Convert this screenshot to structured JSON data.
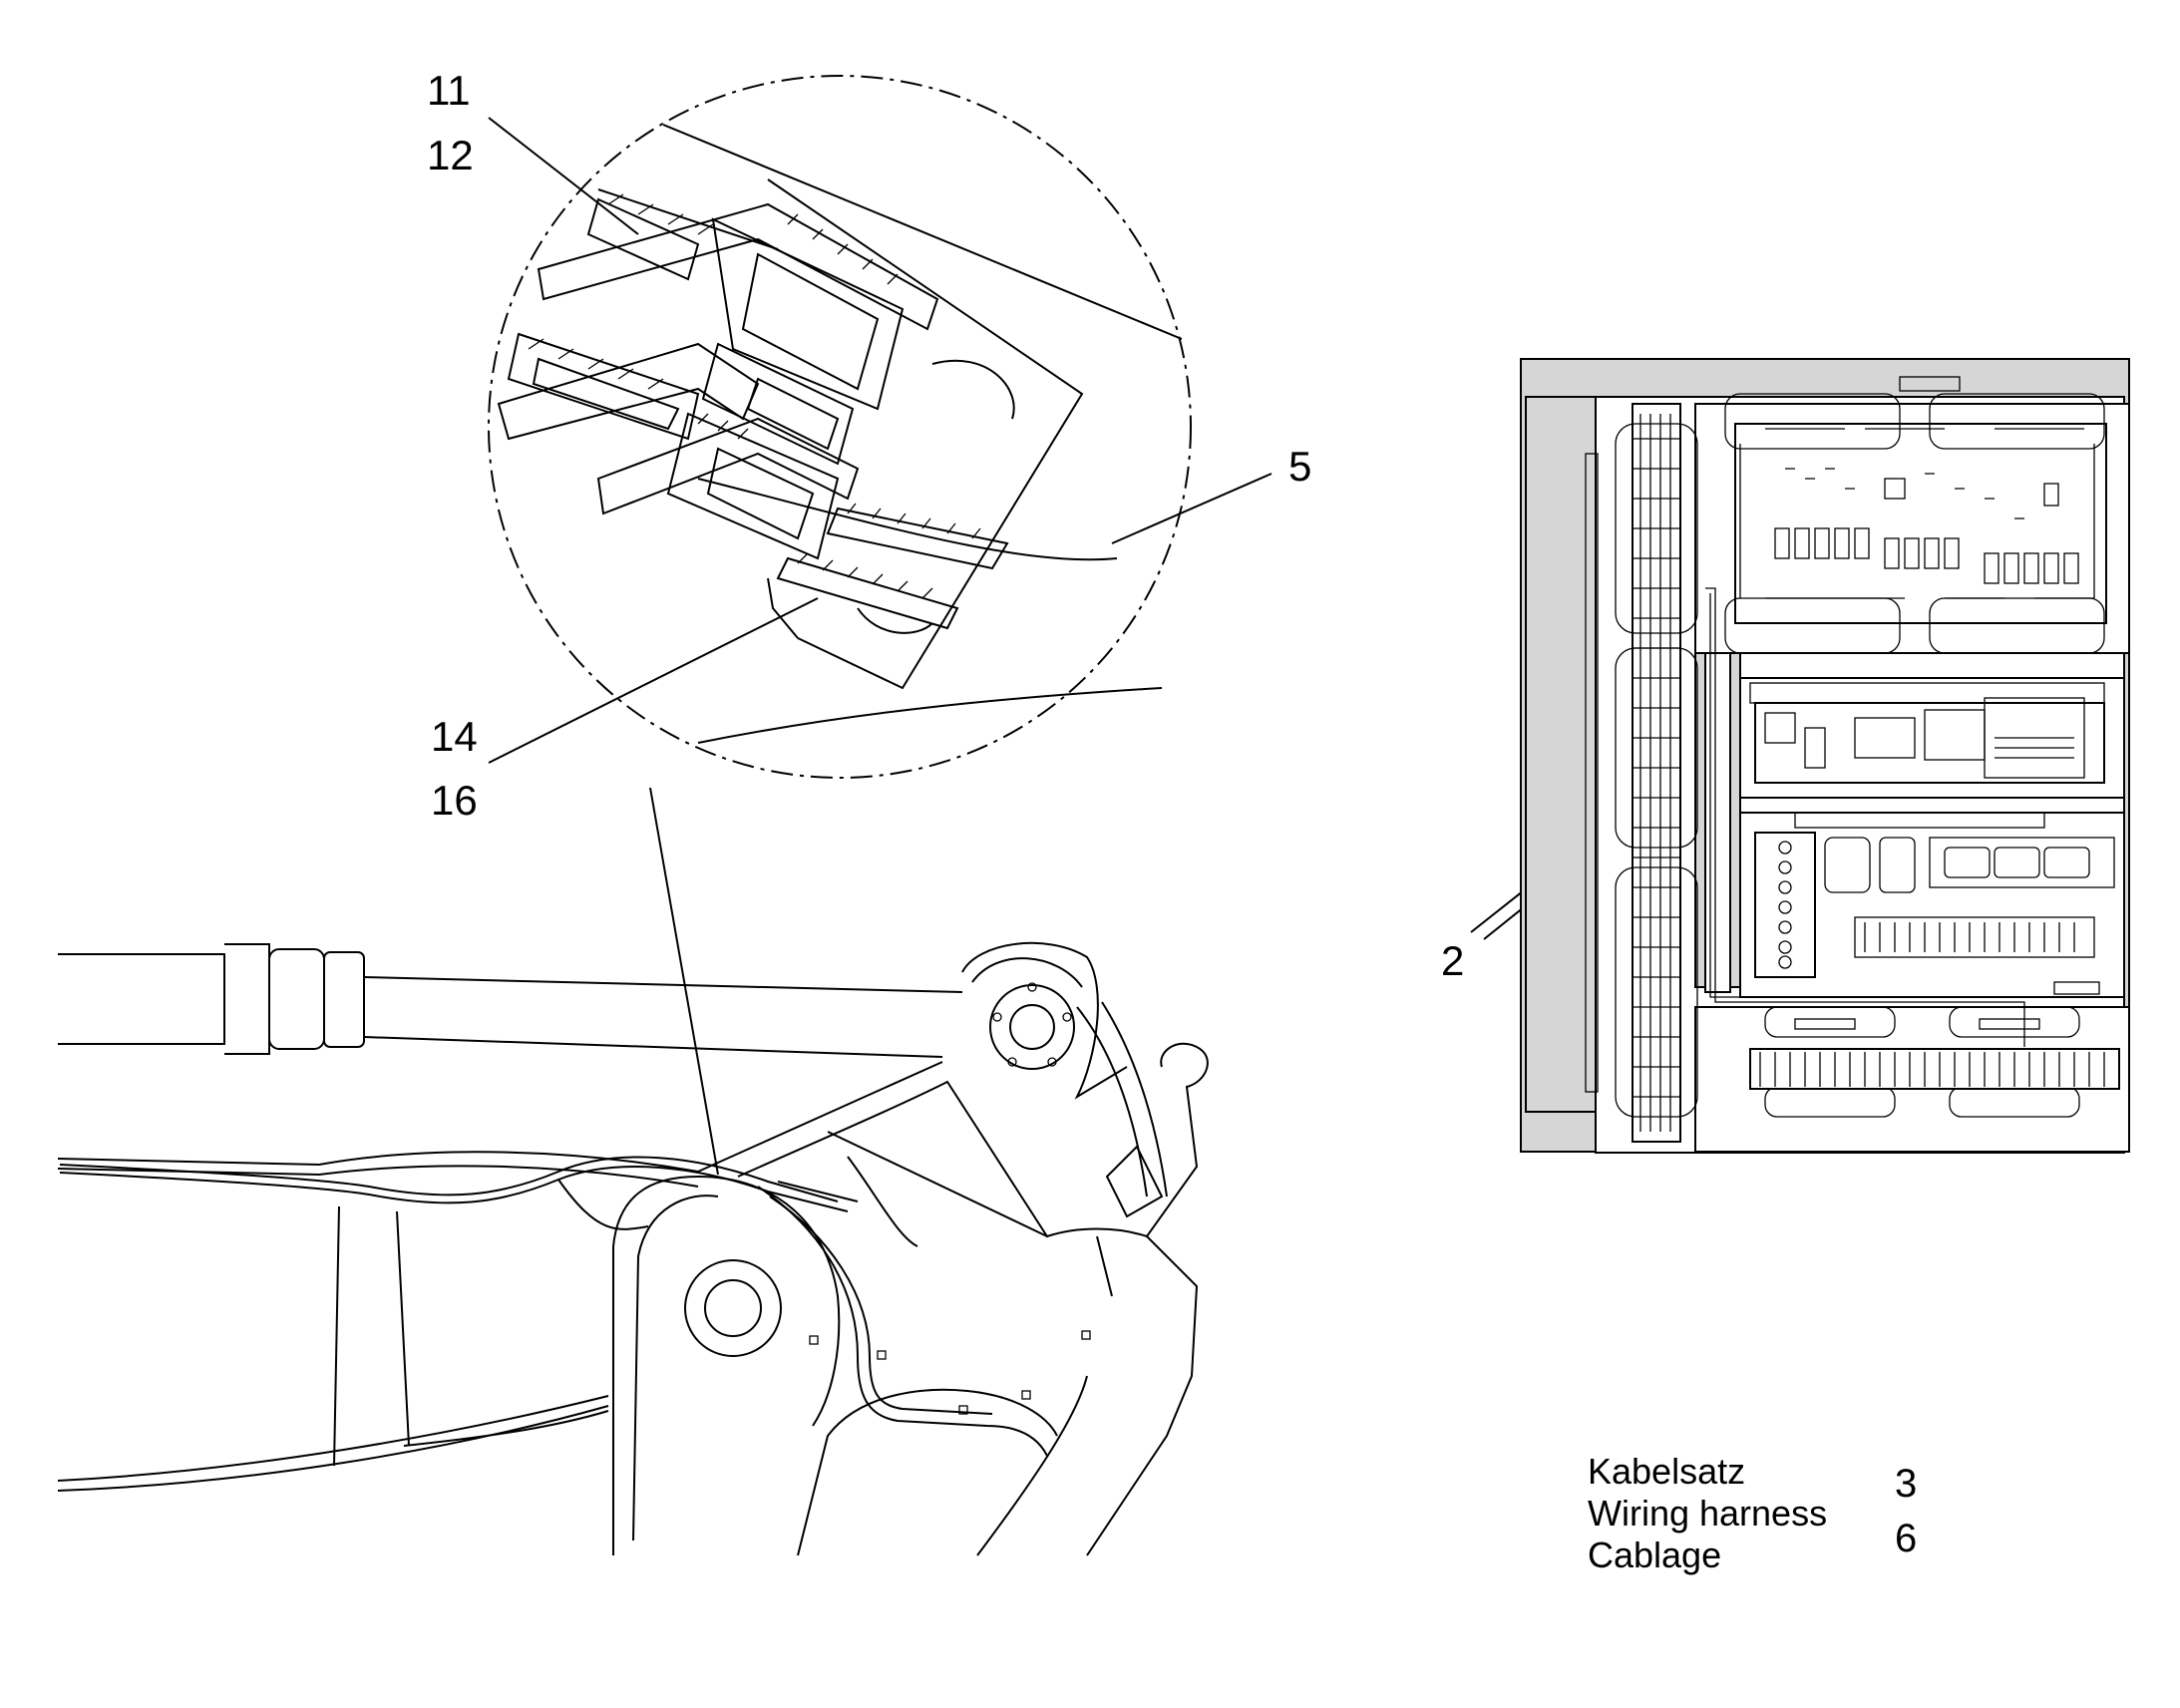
{
  "callouts": {
    "c11": "11",
    "c12": "12",
    "c5": "5",
    "c14": "14",
    "c16": "16",
    "c2": "2"
  },
  "legend": {
    "line_de": "Kabelsatz",
    "line_en": "Wiring harness",
    "line_fr": "Cablage",
    "num_a": "3",
    "num_b": "6"
  }
}
